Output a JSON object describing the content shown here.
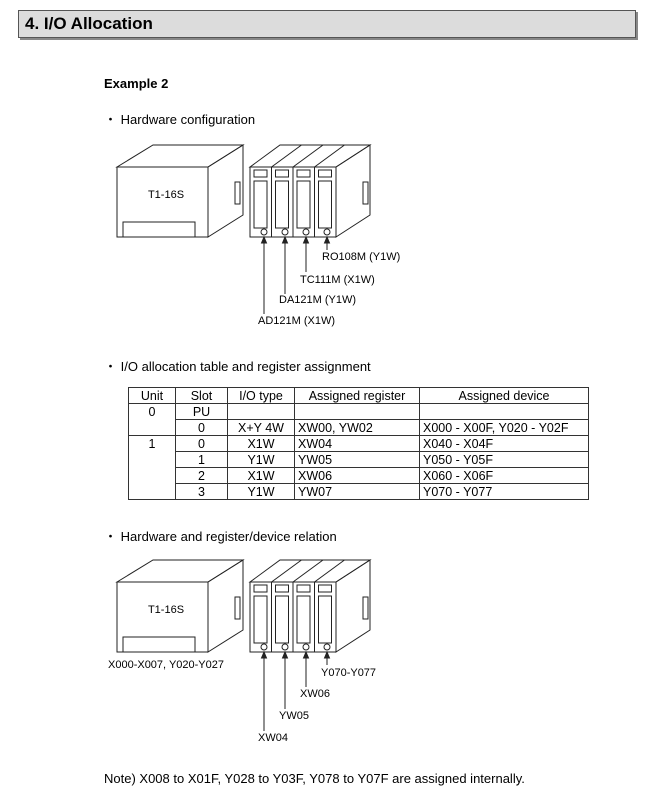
{
  "header": {
    "title": "4. I/O Allocation"
  },
  "example_title": "Example 2",
  "bullet": "・",
  "sections": {
    "hardware": "Hardware configuration",
    "table": "I/O allocation table and register assignment",
    "relation": "Hardware and register/device relation"
  },
  "diagram1": {
    "cpu_label": "T1-16S",
    "labels": [
      "AD121M (X1W)",
      "DA121M (Y1W)",
      "TC111M (X1W)",
      "RO108M (Y1W)"
    ]
  },
  "diagram2": {
    "cpu_label": "T1-16S",
    "cpu_devices": "X000-X007, Y020-Y027",
    "labels": [
      "XW04",
      "YW05",
      "XW06",
      "Y070-Y077"
    ]
  },
  "table": {
    "headers": [
      "Unit",
      "Slot",
      "I/O type",
      "Assigned register",
      "Assigned device"
    ],
    "rows": [
      [
        "0",
        "PU",
        "",
        "",
        ""
      ],
      [
        "",
        "0",
        "X+Y 4W",
        "XW00, YW02",
        "X000 - X00F, Y020 - Y02F"
      ],
      [
        "1",
        "0",
        "X1W",
        "XW04",
        "X040 - X04F"
      ],
      [
        "",
        "1",
        "Y1W",
        "YW05",
        "Y050 - Y05F"
      ],
      [
        "",
        "2",
        "X1W",
        "XW06",
        "X060 - X06F"
      ],
      [
        "",
        "3",
        "Y1W",
        "YW07",
        "Y070 - Y077"
      ]
    ]
  },
  "note": "Note)   X008 to X01F, Y028 to Y03F, Y078 to Y07F are assigned internally."
}
